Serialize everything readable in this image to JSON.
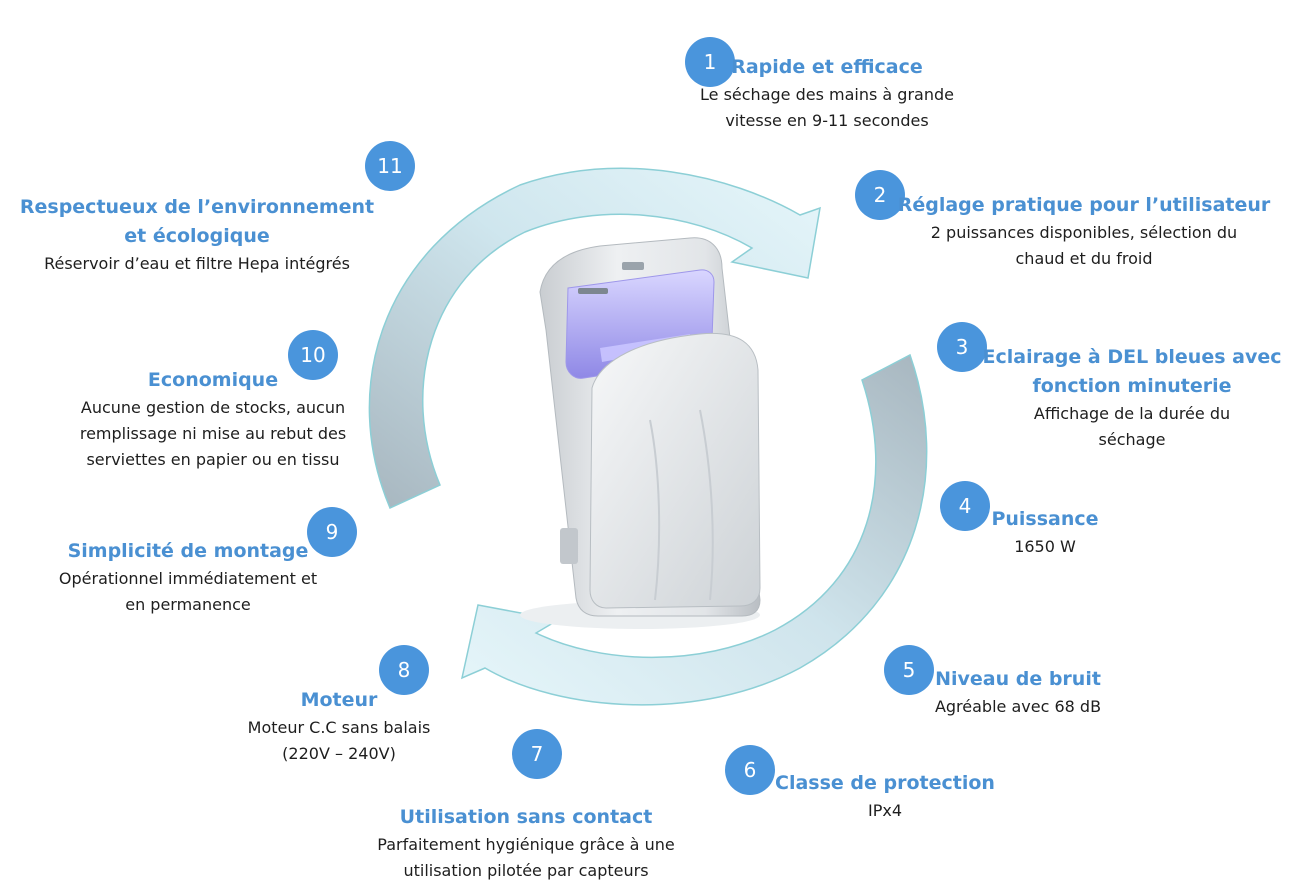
{
  "colors": {
    "accent": "#4a95dc",
    "title": "#4a90d2",
    "text": "#1e1e1e",
    "arrow_light": "#d6eef4",
    "arrow_dark": "#a7b6bf",
    "arrow_edge": "#8ccfd6"
  },
  "features": [
    {
      "number": "1",
      "title_lines": [
        "Rapide et efficace"
      ],
      "desc_lines": [
        "Le séchage des mains à grande",
        "vitesse en 9-11 secondes"
      ]
    },
    {
      "number": "2",
      "title_lines": [
        "Réglage pratique pour l’utilisateur"
      ],
      "desc_lines": [
        "2 puissances disponibles, sélection du",
        "chaud et du froid"
      ]
    },
    {
      "number": "3",
      "title_lines": [
        "Eclairage à DEL bleues avec",
        "fonction minuterie"
      ],
      "desc_lines": [
        "Affichage de la durée du",
        "séchage"
      ]
    },
    {
      "number": "4",
      "title_lines": [
        "Puissance"
      ],
      "desc_lines": [
        "1650 W"
      ]
    },
    {
      "number": "5",
      "title_lines": [
        "Niveau de bruit"
      ],
      "desc_lines": [
        "Agréable avec 68 dB"
      ]
    },
    {
      "number": "6",
      "title_lines": [
        "Classe de protection"
      ],
      "desc_lines": [
        "IPx4"
      ]
    },
    {
      "number": "7",
      "title_lines": [
        "Utilisation sans contact"
      ],
      "desc_lines": [
        "Parfaitement hygiénique grâce à une",
        "utilisation pilotée par capteurs"
      ]
    },
    {
      "number": "8",
      "title_lines": [
        "Moteur"
      ],
      "desc_lines": [
        "Moteur C.C sans balais",
        "(220V – 240V)"
      ]
    },
    {
      "number": "9",
      "title_lines": [
        "Simplicité de montage"
      ],
      "desc_lines": [
        "Opérationnel immédiatement et",
        "en permanence"
      ]
    },
    {
      "number": "10",
      "title_lines": [
        "Economique"
      ],
      "desc_lines": [
        "Aucune gestion de stocks, aucun",
        "remplissage ni mise au rebut des",
        "serviettes en papier ou en tissu"
      ]
    },
    {
      "number": "11",
      "title_lines": [
        "Respectueux de l’environnement",
        "et écologique"
      ],
      "desc_lines": [
        "Réservoir d’eau et filtre Hepa intégrés"
      ]
    }
  ]
}
